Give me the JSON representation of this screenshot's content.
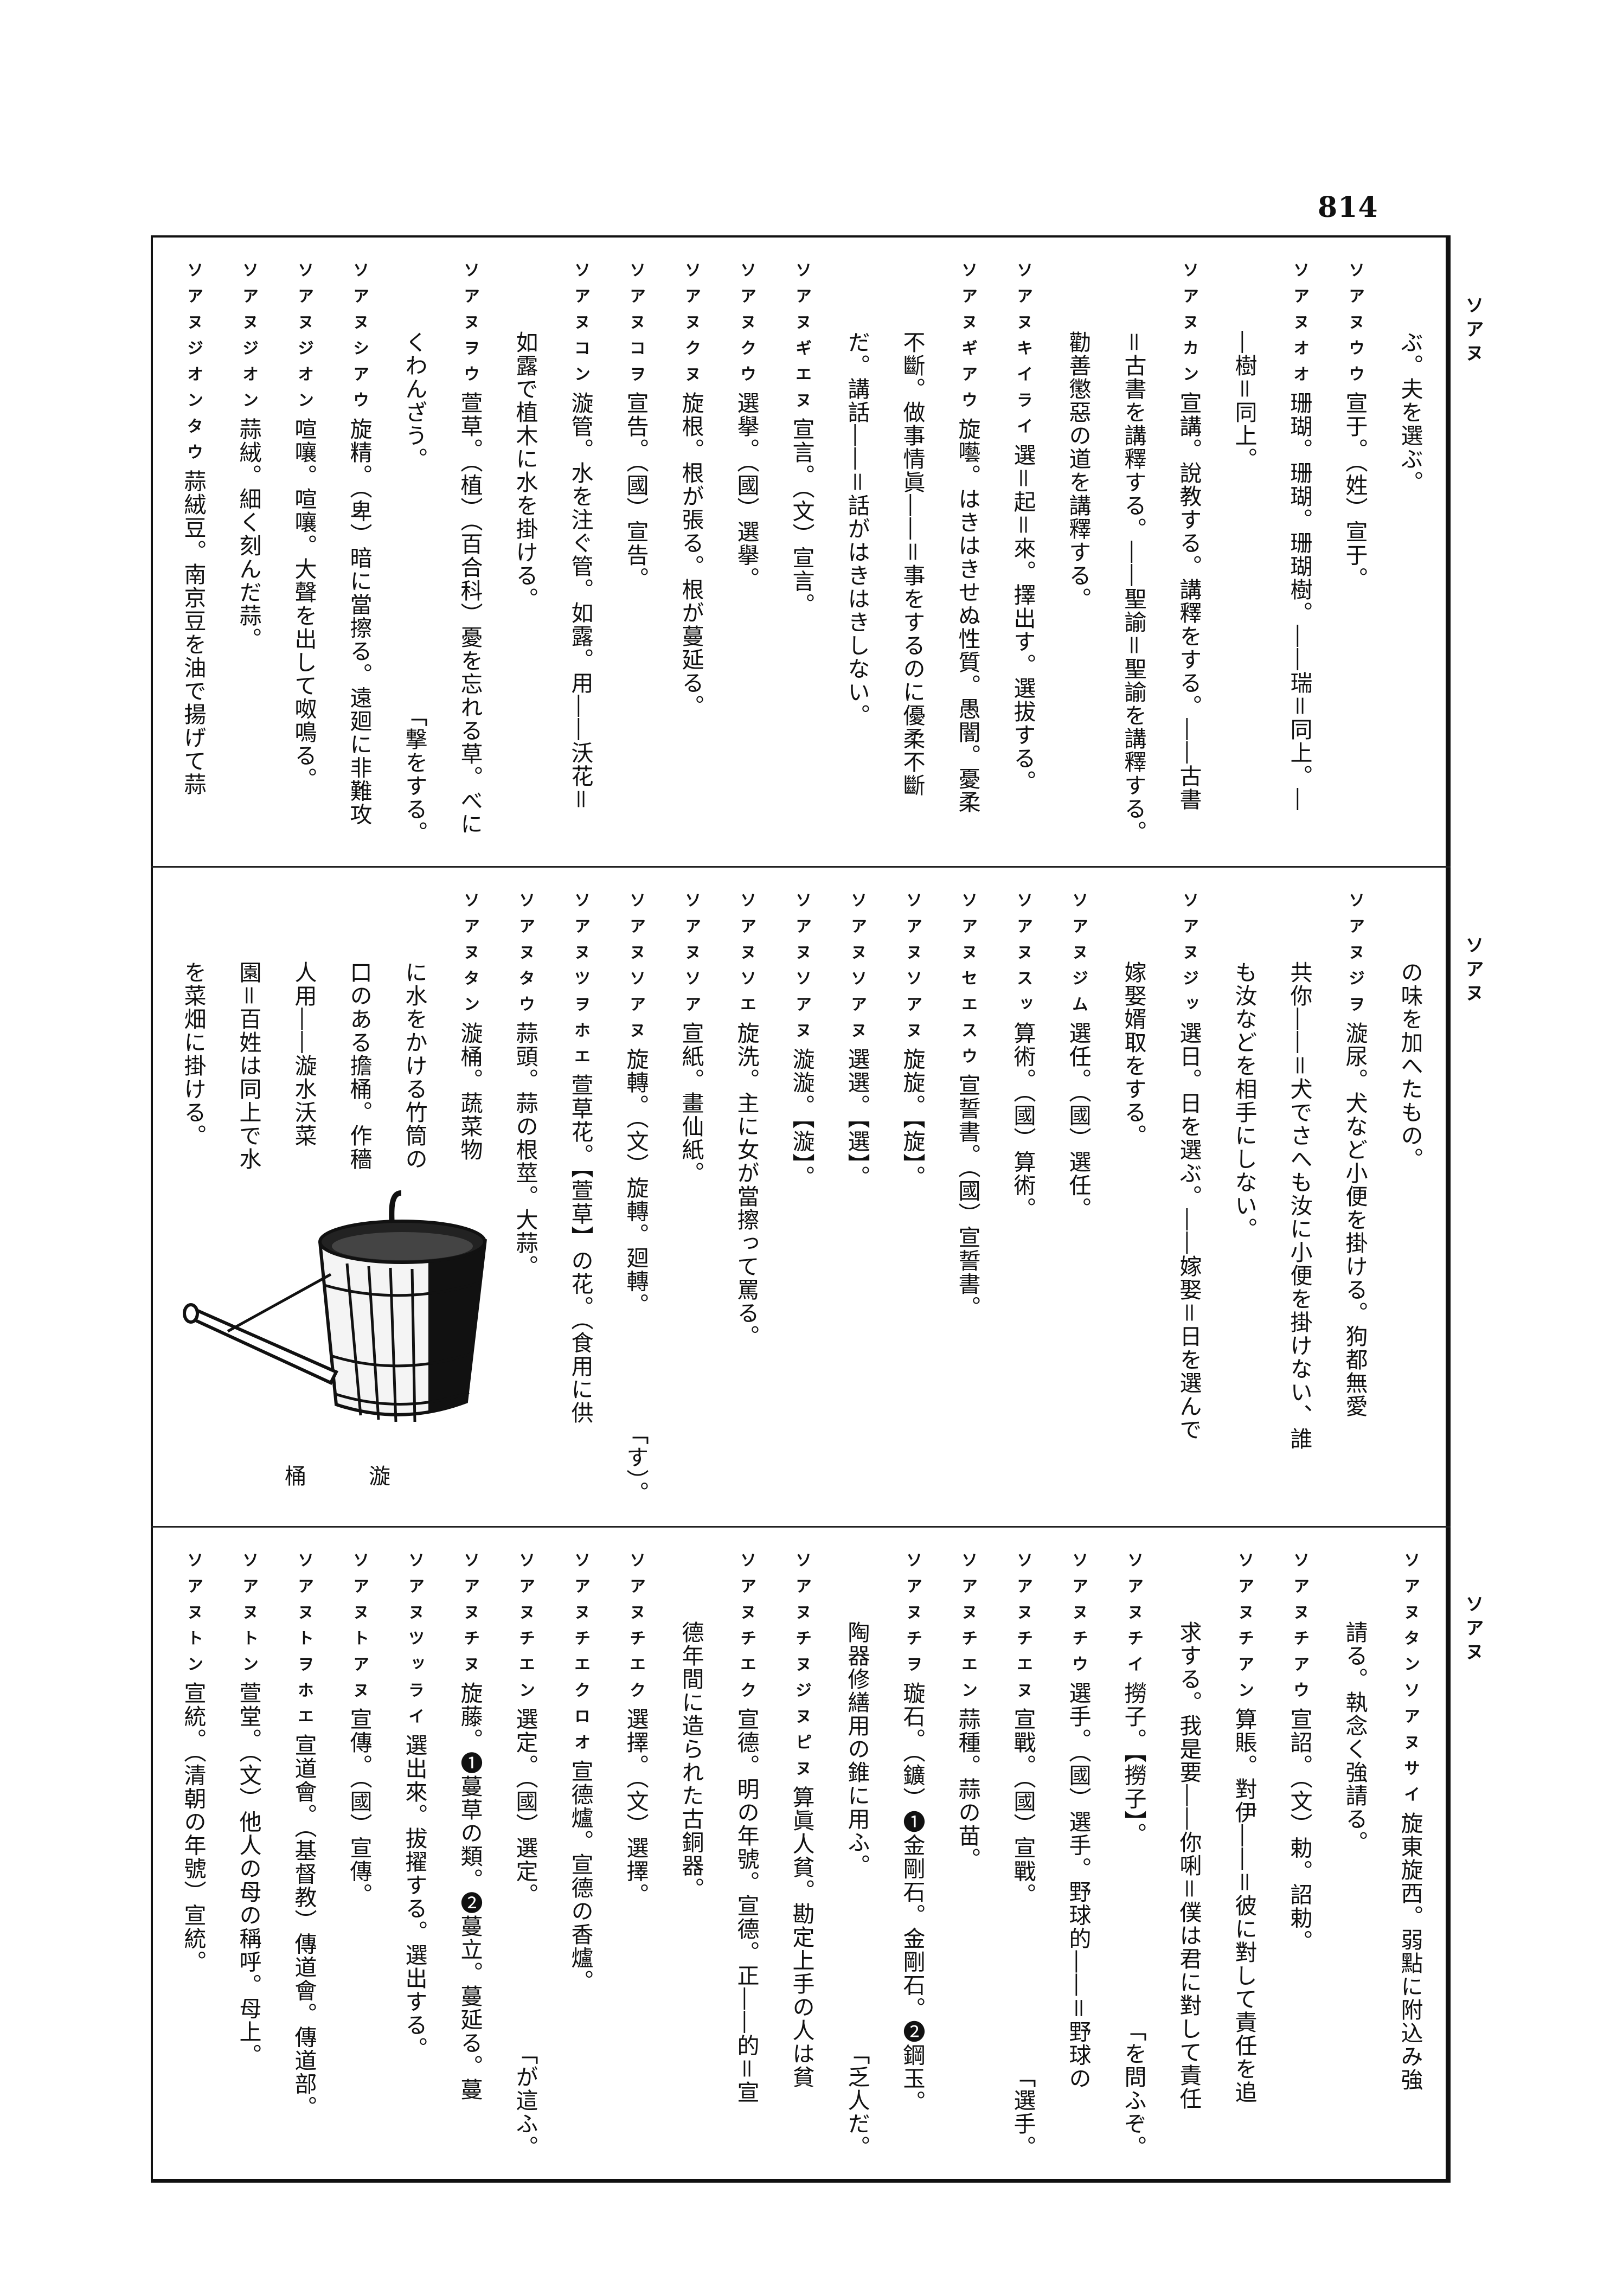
{
  "page_number": "814",
  "margin_labels": [
    "ソアヌ",
    "ソアヌ",
    "ソアヌ"
  ],
  "illustration": {
    "caption": [
      "漩",
      "桶"
    ]
  },
  "sections": [
    {
      "lines": [
        {
          "cont": true,
          "text": "ぶ。夫を選ぶ。"
        },
        {
          "head": "ソアヌウウ",
          "text": "宣于。（姓）宣于。"
        },
        {
          "head": "ソアヌオオ",
          "text": "珊瑚。珊瑚。珊瑚樹。――瑞＝同上。―"
        },
        {
          "cont": true,
          "text": "―樹＝同上。"
        },
        {
          "head": "ソアヌカン",
          "text": "宣講。說教する。講釋をする。――古書"
        },
        {
          "cont": true,
          "text": "＝古書を講釋する。――聖諭＝聖諭を講釋する。"
        },
        {
          "cont": true,
          "text": "勸善懲惡の道を講釋する。"
        },
        {
          "head": "ソアヌキイライ",
          "text": "選＝起＝來。擇出す。選拔する。"
        },
        {
          "head": "ソアヌギアウ",
          "text": "旋囈。はきはきせぬ性質。愚闇。憂柔"
        },
        {
          "cont": true,
          "text": "不斷。做事情眞――＝事をするのに優柔不斷"
        },
        {
          "cont": true,
          "text": "だ。講話――＝話がはきはきしない。"
        },
        {
          "head": "ソアヌギエヌ",
          "text": "宣言。（文）宣言。"
        },
        {
          "head": "ソアヌクウ",
          "text": "選擧。（國）選擧。"
        },
        {
          "head": "ソアヌクヌ",
          "text": "旋根。根が張る。根が蔓延る。"
        },
        {
          "head": "ソアヌコヲ",
          "text": "宣告。（國）宣告。"
        },
        {
          "head": "ソアヌコン",
          "text": "漩管。水を注ぐ管。如露。用――沃花＝"
        },
        {
          "cont": true,
          "text": "如露で植木に水を掛ける。"
        },
        {
          "head": "ソアヌヲウ",
          "text": "萱草。（植）（百合科）憂を忘れる草。べに"
        },
        {
          "cont": true,
          "text": "くわんざう。",
          "tail": "「撃をする。"
        },
        {
          "head": "ソアヌシアウ",
          "text": "旋精。（卑）暗に當擦る。遠廻に非難攻"
        },
        {
          "head": "ソアヌジオン",
          "text": "喧嚷。喧嚷。大聲を出して呶鳴る。"
        },
        {
          "head": "ソアヌジオン",
          "text": "蒜絨。細く刻んだ蒜。"
        },
        {
          "head": "ソアヌジオンタウ",
          "text": "蒜絨豆。南京豆を油で揚げて蒜"
        }
      ]
    },
    {
      "lines": [
        {
          "cont": true,
          "text": "の味を加へたもの。"
        },
        {
          "head": "ソアヌジヲ",
          "text": "漩尿。犬など小便を掛ける。狗都無愛"
        },
        {
          "cont": true,
          "text": "共你――＝犬でさへも汝に小便を掛けない、誰"
        },
        {
          "cont": true,
          "text": "も汝などを相手にしない。"
        },
        {
          "head": "ソアヌジッ",
          "text": "選日。日を選ぶ。――嫁娶＝日を選んで"
        },
        {
          "cont": true,
          "text": "嫁娶婿取をする。"
        },
        {
          "head": "ソアヌジム",
          "text": "選任。（國）選任。"
        },
        {
          "head": "ソアヌスッ",
          "text": "算術。（國）算術。"
        },
        {
          "head": "ソアヌセエスウ",
          "text": "宣誓書。（國）宣誓書。"
        },
        {
          "head": "ソアヌソアヌ",
          "text": "旋旋。【旋】。"
        },
        {
          "head": "ソアヌソアヌ",
          "text": "選選。【選】。"
        },
        {
          "head": "ソアヌソアヌ",
          "text": "漩漩。【漩】。"
        },
        {
          "head": "ソアヌソエ",
          "text": "旋洗。主に女が當擦って罵る。"
        },
        {
          "head": "ソアヌソア",
          "text": "宣紙。畫仙紙。"
        },
        {
          "head": "ソアヌソアヌ",
          "text": "旋轉。（文）旋轉。廻轉。",
          "tail": "「す）。"
        },
        {
          "head": "ソアヌツヲホエ",
          "text": "萱草花。【萱草】の花。（食用に供"
        },
        {
          "head": "ソアヌタウ",
          "text": "蒜頭。蒜の根莖。大蒜。"
        },
        {
          "head": "ソアヌタン",
          "text": "漩桶。蔬菜物"
        },
        {
          "cont": true,
          "text": "に水をかける竹筒の"
        },
        {
          "cont": true,
          "text": "口のある擔桶。作穡"
        },
        {
          "cont": true,
          "text": "人用――漩水沃菜"
        },
        {
          "cont": true,
          "text": "園＝百姓は同上で水"
        },
        {
          "cont": true,
          "text": "を菜畑に掛ける。"
        }
      ]
    },
    {
      "lines": [
        {
          "head": "ソアヌタンソアヌサイ",
          "text": "旋東旋西。弱點に附込み強"
        },
        {
          "cont": true,
          "text": "請る。執念く強請る。"
        },
        {
          "head": "ソアヌチアウ",
          "text": "宣詔。（文）勅。詔勅。"
        },
        {
          "head": "ソアヌチアン",
          "text": "算賬。對伊――＝彼に對して責任を追"
        },
        {
          "cont": true,
          "text": "求する。我是要――你唎＝僕は君に對して責任"
        },
        {
          "head": "ソアヌチイ",
          "text": "撈子。【撈子】。",
          "tail": "「を問ふぞ。"
        },
        {
          "head": "ソアヌチウ",
          "text": "選手。（國）選手。野球的――＝野球の"
        },
        {
          "head": "ソアヌチエヌ",
          "text": "宣戰。（國）宣戰。",
          "tail": "「選手。"
        },
        {
          "head": "ソアヌチエン",
          "text": "蒜種。蒜の苗。"
        },
        {
          "head": "ソアヌチヲ",
          "text": "璇石。（鑛）❶金剛石。金剛石。❷鋼玉。"
        },
        {
          "cont": true,
          "text": "陶器修繕用の錐に用ふ。",
          "tail": "「乏人だ。"
        },
        {
          "head": "ソアヌチヌジヌピヌ",
          "text": "算眞人貧。勘定上手の人は貧"
        },
        {
          "head": "ソアヌチエク",
          "text": "宣德。明の年號。宣德。正――的＝宣"
        },
        {
          "cont": true,
          "text": "德年間に造られた古銅器。"
        },
        {
          "head": "ソアヌチエク",
          "text": "選擇。（文）選擇。"
        },
        {
          "head": "ソアヌチエクロオ",
          "text": "宣德爐。宣德の香爐。"
        },
        {
          "head": "ソアヌチエン",
          "text": "選定。（國）選定。",
          "tail": "「が這ふ。"
        },
        {
          "head": "ソアヌチヌ",
          "text": "旋藤。❶蔓草の類。❷蔓立。蔓延る。蔓"
        },
        {
          "head": "ソアヌツッライ",
          "text": "選出來。拔擢する。選出する。"
        },
        {
          "head": "ソアヌトアヌ",
          "text": "宣傳。（國）宣傳。"
        },
        {
          "head": "ソアヌトヲホエ",
          "text": "宣道會。（基督教）傳道會。傳道部。"
        },
        {
          "head": "ソアヌトン",
          "text": "萱堂。（文）他人の母の稱呼。母上。"
        },
        {
          "head": "ソアヌトン",
          "text": "宣統。（清朝の年號）宣統。"
        }
      ]
    }
  ]
}
